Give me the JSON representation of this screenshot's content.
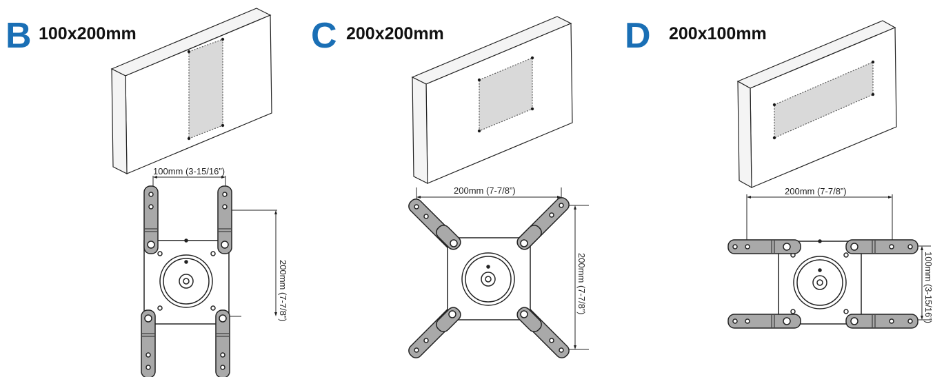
{
  "panels": [
    {
      "letter": "B",
      "title": "100x200mm",
      "width_dim": "100mm (3-15/16”)",
      "height_dim": "200mm (7-7/8”)"
    },
    {
      "letter": "C",
      "title": "200x200mm",
      "width_dim": "200mm (7-7/8”)",
      "height_dim": "200mm (7-7/8”)"
    },
    {
      "letter": "D",
      "title": "200x100mm",
      "width_dim": "200mm (7-7/8”)",
      "height_dim": "100mm (3-15/16”)"
    }
  ],
  "colors": {
    "letter": "#1a6fb5",
    "arm_fill": "#a9a9a9",
    "pattern_fill": "#d9d9d9",
    "outline": "#222222"
  },
  "icons": {
    "tv_panel": "tv-back-panel-icon",
    "bracket": "vesa-bracket-icon"
  }
}
